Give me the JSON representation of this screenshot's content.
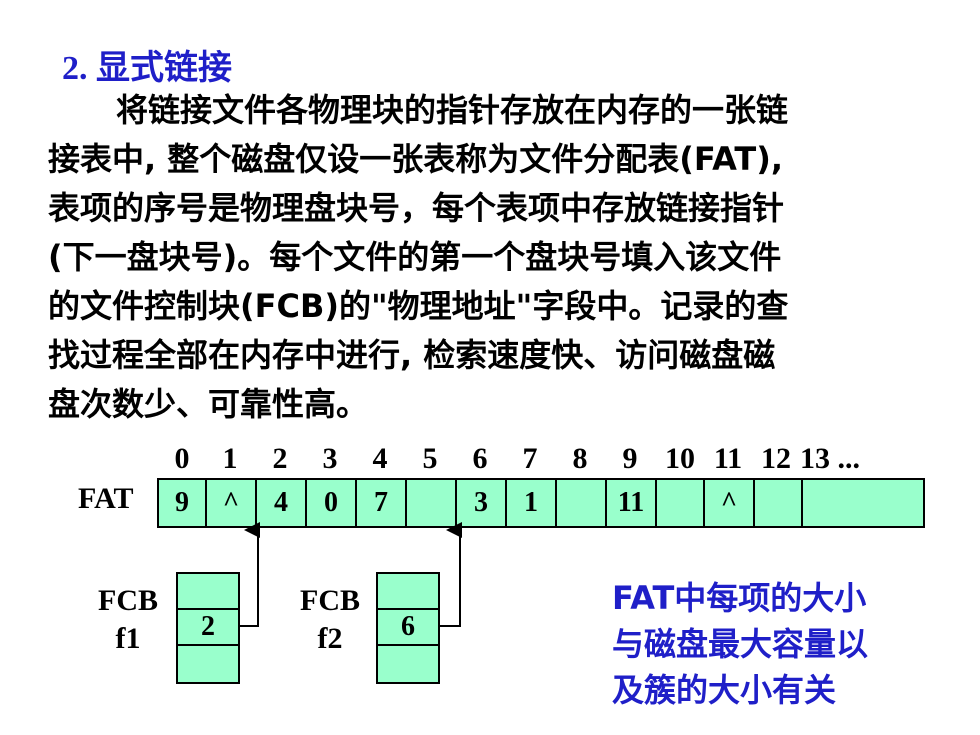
{
  "heading": "2. 显式链接",
  "paragraph_lines": [
    "将链接文件各物理块的指针存放在内存的一张链",
    "接表中, 整个磁盘仅设一张表称为文件分配表(FAT),",
    "表项的序号是物理盘块号，每个表项中存放链接指针",
    "(下一盘块号)。每个文件的第一个盘块号填入该文件",
    "的文件控制块(FCB)的\"物理地址\"字段中。记录的查",
    "找过程全部在内存中进行, 检索速度快、访问磁盘磁",
    "盘次数少、可靠性高。"
  ],
  "fat": {
    "label": "FAT",
    "indices": [
      "0",
      "1",
      "2",
      "3",
      "4",
      "5",
      "6",
      "7",
      "8",
      "9",
      "10",
      "11",
      "12",
      "13 ..."
    ],
    "cells": [
      "9",
      "^",
      "4",
      "0",
      "7",
      "",
      "3",
      "1",
      "",
      "11",
      "",
      "^",
      "",
      ""
    ]
  },
  "fcbs": [
    {
      "label_top": "FCB",
      "label_bottom": "f1",
      "value": "2"
    },
    {
      "label_top": "FCB",
      "label_bottom": "f2",
      "value": "6"
    }
  ],
  "note_lines": [
    "FAT中每项的大小",
    "与磁盘最大容量以",
    "及簇的大小有关"
  ],
  "colors": {
    "cell_fill": "#99ffcc",
    "heading": "#1f1fc8",
    "note": "#1f1fc8"
  }
}
